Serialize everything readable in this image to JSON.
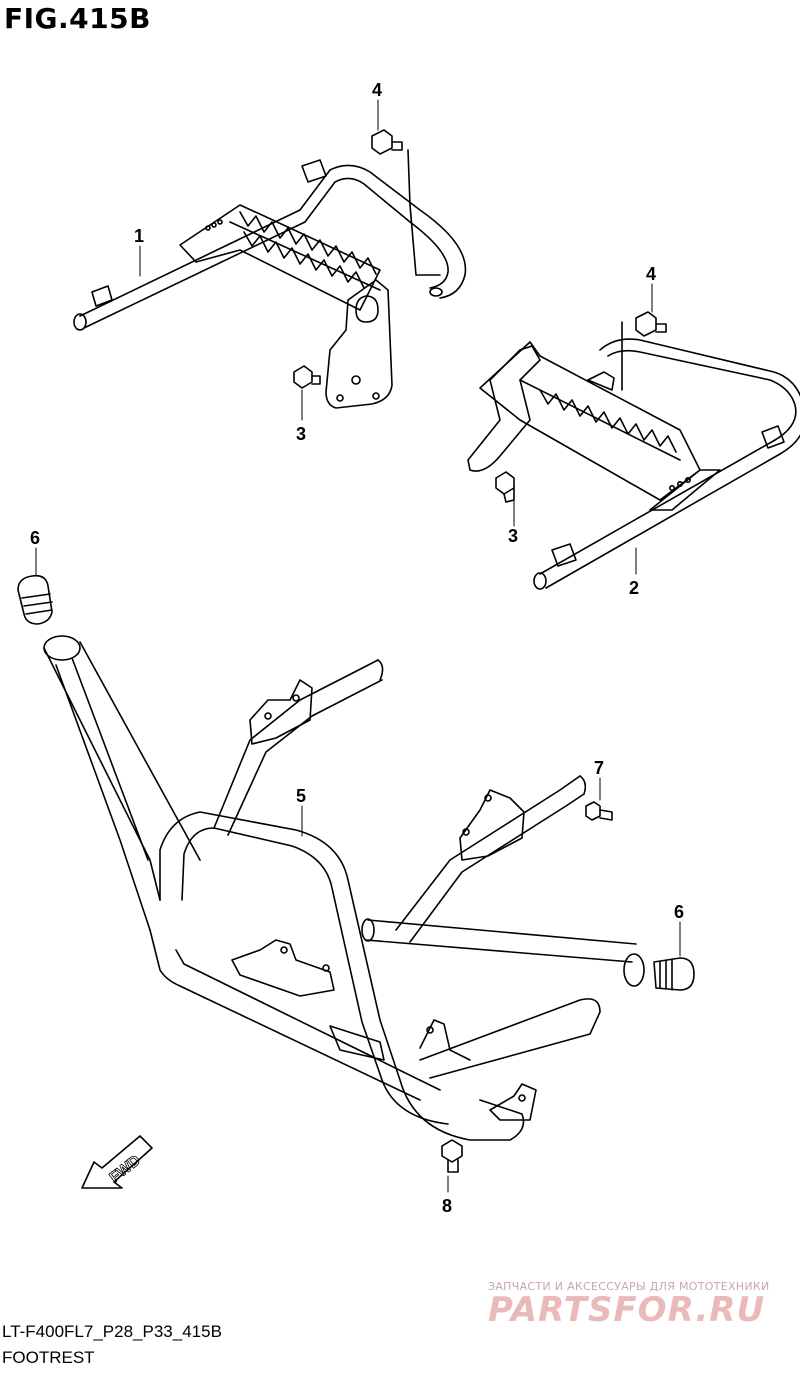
{
  "figure": {
    "title": "FIG.415B",
    "drawing_code": "LT-F400FL7_P28_P33_415B",
    "section_name": "FOOTREST"
  },
  "callouts": [
    {
      "id": "c1",
      "label": "1"
    },
    {
      "id": "c2",
      "label": "2"
    },
    {
      "id": "c3a",
      "label": "3"
    },
    {
      "id": "c3b",
      "label": "3"
    },
    {
      "id": "c4a",
      "label": "4"
    },
    {
      "id": "c4b",
      "label": "4"
    },
    {
      "id": "c5",
      "label": "5"
    },
    {
      "id": "c6a",
      "label": "6"
    },
    {
      "id": "c6b",
      "label": "6"
    },
    {
      "id": "c7",
      "label": "7"
    },
    {
      "id": "c8",
      "label": "8"
    }
  ],
  "direction_arrow": {
    "label": "FWD"
  },
  "watermark": {
    "line1": "ЗАПЧАСТИ И АКСЕССУАРЫ ДЛЯ МОТОТЕХНИКИ",
    "line2": "PARTSFOR.RU"
  },
  "colors": {
    "line": "#000000",
    "background": "#ffffff",
    "watermark": "#e8b4b4"
  }
}
